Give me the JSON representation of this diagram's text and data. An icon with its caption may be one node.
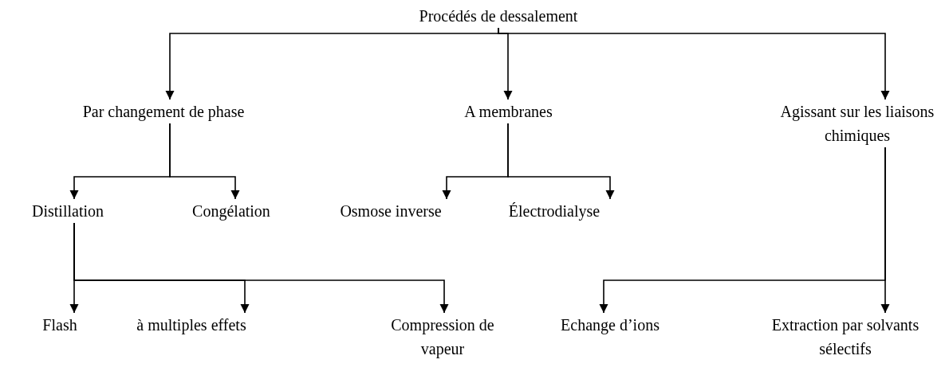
{
  "diagram": {
    "nodes": [
      {
        "text": [
          "Procédés de dessalement"
        ]
      },
      {
        "text": [
          "Par changement de phase"
        ]
      },
      {
        "text": [
          "A membranes"
        ]
      },
      {
        "text": [
          "Agissant sur les liaisons chimiques"
        ]
      },
      {
        "text": [
          "Distillation"
        ]
      },
      {
        "text": [
          "Congélation"
        ]
      },
      {
        "text": [
          "Osmose inverse"
        ]
      },
      {
        "text": [
          "Électrodialyse"
        ]
      },
      {
        "text": [
          "Flash"
        ]
      },
      {
        "text": [
          "à multiples effets"
        ]
      },
      {
        "text": [
          "Compression de vapeur"
        ]
      },
      {
        "text": [
          "Echange d’ions"
        ]
      },
      {
        "text": [
          "Extraction par solvants sélectifs"
        ]
      }
    ],
    "edges": [
      {
        "from": 0,
        "to": 1,
        "arrow": "to"
      },
      {
        "from": 0,
        "to": 2,
        "arrow": "to"
      },
      {
        "from": 0,
        "to": 3,
        "arrow": "to"
      },
      {
        "from": 1,
        "to": 4,
        "arrow": "to"
      },
      {
        "from": 1,
        "to": 5,
        "arrow": "to"
      },
      {
        "from": 2,
        "to": 6,
        "arrow": "to"
      },
      {
        "from": 2,
        "to": 7,
        "arrow": "to"
      },
      {
        "from": 4,
        "to": 8,
        "arrow": "to"
      },
      {
        "from": 4,
        "to": 9,
        "arrow": "to"
      },
      {
        "from": 4,
        "to": 10,
        "arrow": "to"
      },
      {
        "from": 3,
        "to": 11,
        "arrow": "to"
      },
      {
        "from": 3,
        "to": 12,
        "arrow": "to"
      }
    ]
  }
}
